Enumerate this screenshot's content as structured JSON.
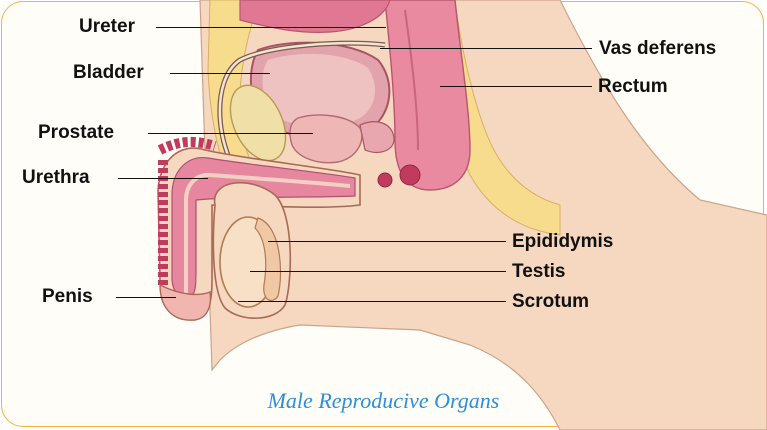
{
  "labels": {
    "ureter": "Ureter",
    "bladder": "Bladder",
    "prostate": "Prostate",
    "urethra": "Urethra",
    "penis": "Penis",
    "vas_deferens": "Vas deferens",
    "rectum": "Rectum",
    "epididymis": "Epididymis",
    "testis": "Testis",
    "scrotum": "Scrotum"
  },
  "caption": "Male Reproducive Organs",
  "colors": {
    "border": "#f4b23c",
    "caption": "#2b8fd9",
    "skin": "#f6d7bf",
    "fat": "#f7dc8e",
    "organ_pink": "#e88aa6",
    "rectum_pink": "#e98aa0"
  }
}
